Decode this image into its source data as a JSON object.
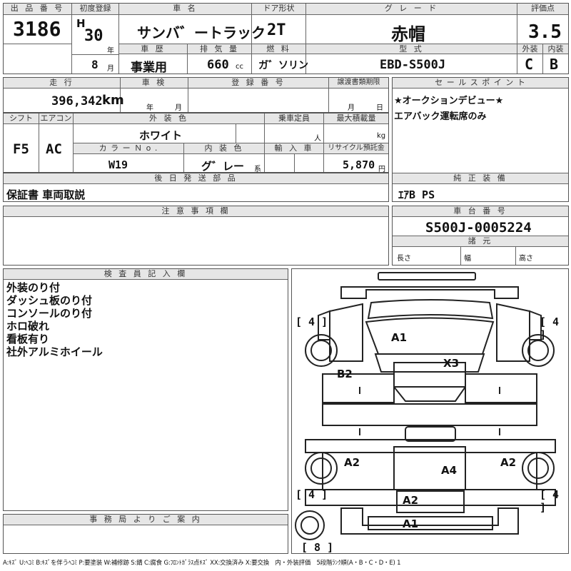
{
  "header": {
    "lot_number_label": "出 品 番 号",
    "lot_number": "3186",
    "first_reg_label": "初度登録",
    "era_initial": "H",
    "year": "30",
    "year_suffix": "年",
    "month": "8",
    "month_suffix": "月",
    "car_name_label": "車 名",
    "car_name": "サンバ゛ートラック",
    "door_label": "ドア形状",
    "door": "2T",
    "grade_label": "グ レ ー ド",
    "grade": "赤帽",
    "score_label": "評価点",
    "score": "3.5",
    "history_label": "車 歴",
    "history": "事業用",
    "displacement_label": "排 気 量",
    "displacement": "660",
    "displacement_unit": "cc",
    "fuel_label": "燃 料",
    "fuel": "ガ゛ソリン",
    "model_label": "型 式",
    "model": "EBD-S500J",
    "exterior_label": "外装",
    "exterior_grade": "C",
    "interior_label": "内装",
    "interior_grade": "B"
  },
  "row2": {
    "mileage_label": "走 行",
    "mileage": "396,342",
    "mileage_unit": "km",
    "inspection_label": "車 検",
    "inspection_year_suffix": "年",
    "inspection_month_suffix": "月",
    "reg_no_label": "登 録 番 号",
    "transfer_label": "譲渡書類期限",
    "transfer_month_suffix": "月",
    "transfer_day_suffix": "日",
    "sales_point_label": "セ ー ル ス ポ イ ン ト",
    "sales_points": [
      "★オークションデビュー★",
      "エアバック運転席のみ"
    ]
  },
  "row3": {
    "shift_label": "シフト",
    "shift": "F5",
    "ac_label": "エアコン",
    "ac": "AC",
    "exterior_color_label": "外 装 色",
    "exterior_color": "ホワイト",
    "capacity_label": "乗車定員",
    "capacity_unit": "人",
    "max_load_label": "最大積載量",
    "max_load_unit": "kg",
    "color_no_label": "カ ラ ー Ｎ o .",
    "color_no": "W19",
    "interior_color_label": "内 装 色",
    "interior_color": "グ゛レー",
    "interior_color_suffix": "系",
    "import_label": "輸 入 車",
    "recycle_label": "リサイクル預託金",
    "recycle": "5,870",
    "recycle_unit": "円"
  },
  "parts": {
    "later_parts_label": "後 日 発 送 部 品",
    "later_parts": "保証書 車両取説",
    "equipment_label": "純 正 装 備",
    "equipment": "ｴｱB PS"
  },
  "notes": {
    "caution_label": "注 意 事 項 欄",
    "chassis_label": "車 台 番 号",
    "chassis": "S500J-0005224",
    "specs_label": "諸 元",
    "length_label": "長さ",
    "width_label": "幅",
    "height_label": "高さ"
  },
  "inspector": {
    "label": "検 査 員 記 入 欄",
    "lines": [
      "外装のり付",
      "ダッシュ板のり付",
      "コンソールのり付",
      "ホロ破れ",
      "看板有り",
      "社外アルミホイール"
    ]
  },
  "diagram": {
    "tire_fl": "[ 4 ]",
    "tire_fr": "[ 4 ]",
    "tire_rl": "[ 4 ]",
    "tire_rr": "[ 4 ]",
    "tire_spare": "[ 8 ]",
    "marks": {
      "hood": "A1",
      "right_door": "X3",
      "left_door": "B2",
      "left_rear": "A2",
      "right_rear": "A2",
      "bed": "A4",
      "tail": "A2",
      "rear_bumper": "A1"
    }
  },
  "office": {
    "label": "事 務 局 よ り ご 案 内"
  },
  "legend": "A:ｷｽﾞ U:ﾍｺﾐ B:ｷｽﾞを伴うﾍｺﾐ P:要塗装 W:補修跡 S:錆 C:腐食 G:ﾌﾛﾝﾄｶﾞﾗｽ点ｷｽﾞ XX:交換済み X:要交換　内・外装評価　5段階ﾗﾝｸ順(A・B・C・D・E) 1"
}
